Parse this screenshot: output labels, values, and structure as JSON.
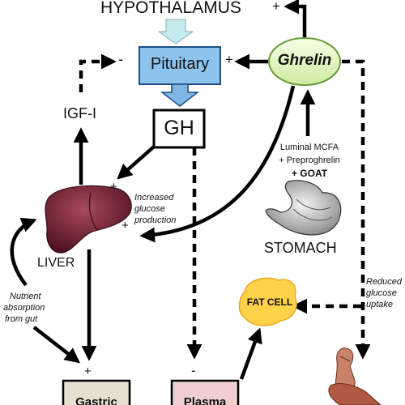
{
  "labels": {
    "hypothalamus": "HYPOTHALAMUS",
    "pituitary": "Pituitary",
    "ghrelin": "Ghrelin",
    "gh": "GH",
    "igf": "IGF-I",
    "liver": "LIVER",
    "stomach": "STOMACH",
    "fat_cell": "FAT CELL",
    "increased_glucose": [
      "Increased",
      "glucose",
      "production"
    ],
    "stomach_inputs": [
      "Luminal MCFA",
      "+ Preproghrelin",
      "+ GOAT"
    ],
    "nutrient_absorption": [
      "Nutrient",
      "absorption",
      "from gut"
    ],
    "reduced_glucose": [
      "Reduced",
      "glucose",
      "uptake"
    ],
    "bottom_left_box": "Gastric",
    "bottom_middle_box": "Plasma"
  },
  "signs": {
    "plus": "+",
    "minus": "-"
  },
  "colors": {
    "pituitary_fill": "#8ec3ee",
    "ghrelin_fill": "#e8f7c8",
    "ghrelin_stroke": "#7ab44a",
    "arrow_down_fill": "#c4ecec",
    "fat_cell_fill": "#ffd24a",
    "liver_fill": "#6a1c2c",
    "stomach_fill": "#d0d0d0",
    "box_left_fill": "#e6e0d0",
    "box_mid_fill": "#efcfcf"
  }
}
